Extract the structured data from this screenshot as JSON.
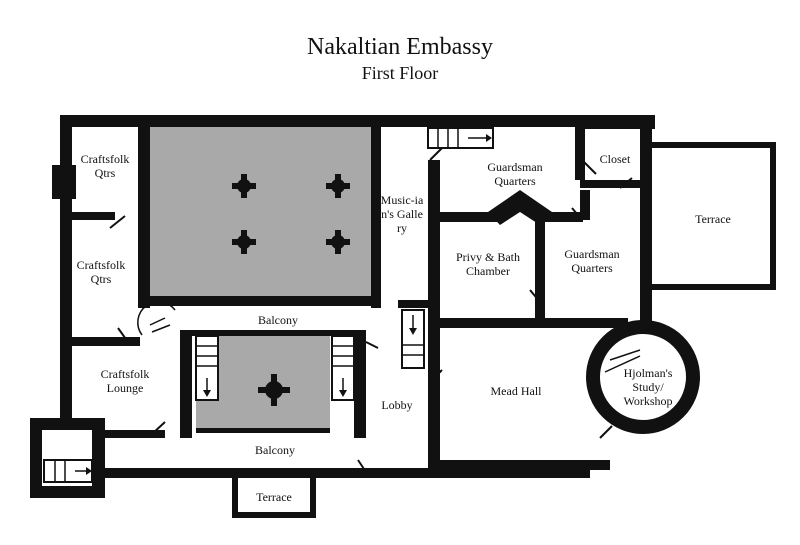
{
  "title": "Nakaltian Embassy",
  "subtitle": "First Floor",
  "rooms": {
    "craftsfolk_qtrs_1": "Craftsfolk Qtrs",
    "craftsfolk_qtrs_2": "Craftsfolk Qtrs",
    "craftsfolk_lounge": "Craftsfolk Lounge",
    "musicians_gallery": "Music-ian's Gallery",
    "balcony_top": "Balcony",
    "balcony_bottom": "Balcony",
    "lobby": "Lobby",
    "guardsman_quarters_1": "Guardsman Quarters",
    "closet": "Closet",
    "terrace_right": "Terrace",
    "privy": "Privy & Bath Chamber",
    "guardsman_quarters_2": "Guardsman Quarters",
    "mead_hall": "Mead Hall",
    "study": "Hjolman's Study/ Workshop",
    "terrace_bottom": "Terrace"
  },
  "colors": {
    "wall": "#111111",
    "void": "#a9a9a9"
  }
}
